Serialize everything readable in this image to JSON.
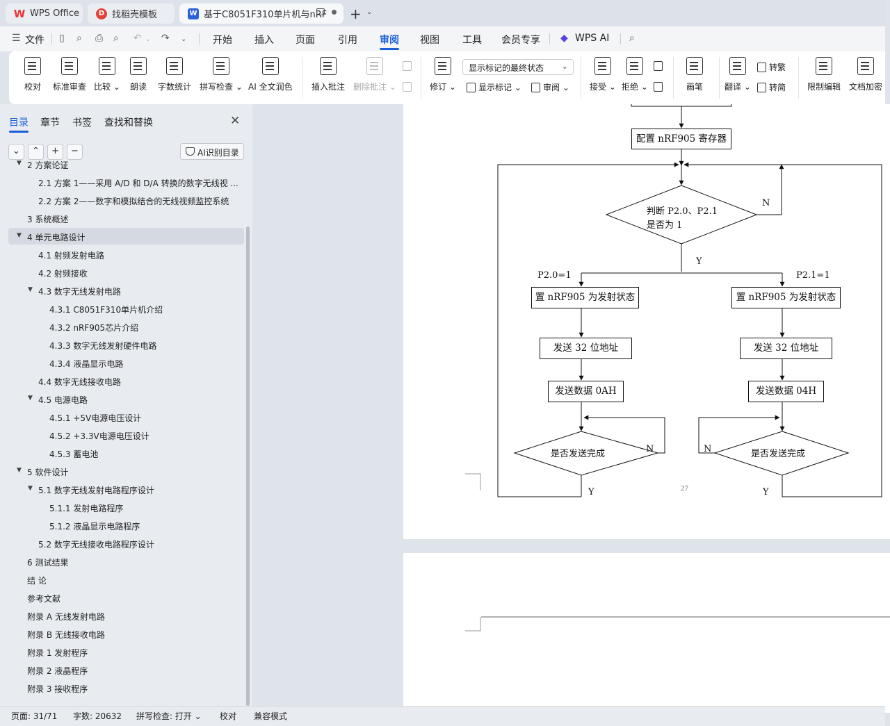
{
  "tabs": [
    {
      "label": "WPS Office"
    },
    {
      "label": "找稻壳模板"
    },
    {
      "label": "基于C8051F310单片机与nRF"
    }
  ],
  "menubar": {
    "file": "文件",
    "items": [
      "开始",
      "插入",
      "页面",
      "引用",
      "审阅",
      "视图",
      "工具",
      "会员专享"
    ],
    "active": "审阅",
    "wps_ai": "WPS AI"
  },
  "ribbon": {
    "proofread": "校对",
    "std_review": "标准审查",
    "compare": "比较",
    "read_aloud": "朗读",
    "word_count": "字数统计",
    "spell_check": "拼写检查",
    "ai_polish": "AI 全文润色",
    "insert_comment": "插入批注",
    "delete_comment": "删除批注",
    "markup_display": "显示标记的最终状态",
    "revise": "修订",
    "show_markup": "显示标记",
    "review": "审阅",
    "accept": "接受",
    "reject": "拒绝",
    "pen": "画笔",
    "translate": "翻译",
    "to_traditional": "转繁",
    "to_simplified": "转简",
    "restrict_edit": "限制编辑",
    "encrypt": "文档加密"
  },
  "panel": {
    "tabs": [
      "目录",
      "章节",
      "书签",
      "查找和替换"
    ],
    "ai_toc": "AI识别目录",
    "toc": [
      {
        "label": "2  方案论证",
        "level": 1,
        "toggle": "▼"
      },
      {
        "label": "2.1  方案 1——采用 A/D 和 D/A 转换的数字无线视 ...",
        "level": 2
      },
      {
        "label": "2.2  方案 2——数字和模拟结合的无线视频监控系统",
        "level": 2
      },
      {
        "label": "3  系统概述",
        "level": 1
      },
      {
        "label": "4  单元电路设计",
        "level": 1,
        "toggle": "▼",
        "selected": true
      },
      {
        "label": "4.1  射频发射电路",
        "level": 2
      },
      {
        "label": "4.2  射频接收",
        "level": 2
      },
      {
        "label": "4.3  数字无线发射电路",
        "level": 2,
        "toggle": "▼"
      },
      {
        "label": "4.3.1 C8051F310单片机介绍",
        "level": 3
      },
      {
        "label": "4.3.2 nRF905芯片介绍",
        "level": 3
      },
      {
        "label": "4.3.3  数字无线发射硬件电路",
        "level": 3
      },
      {
        "label": "4.3.4  液晶显示电路",
        "level": 3
      },
      {
        "label": "4.4  数字无线接收电路",
        "level": 2
      },
      {
        "label": "4.5  电源电路",
        "level": 2,
        "toggle": "▼"
      },
      {
        "label": "4.5.1 +5V电源电压设计",
        "level": 3
      },
      {
        "label": "4.5.2 +3.3V电源电压设计",
        "level": 3
      },
      {
        "label": "4.5.3  蓄电池",
        "level": 3
      },
      {
        "label": "5  软件设计",
        "level": 1,
        "toggle": "▼"
      },
      {
        "label": "5.1  数字无线发射电路程序设计",
        "level": 2,
        "toggle": "▼"
      },
      {
        "label": "5.1.1  发射电路程序",
        "level": 3
      },
      {
        "label": "5.1.2  液晶显示电路程序",
        "level": 3
      },
      {
        "label": "5.2  数字无线接收电路程序设计",
        "level": 2
      },
      {
        "label": "6  测试结果",
        "level": 1
      },
      {
        "label": "结    论",
        "level": 1
      },
      {
        "label": "参考文献",
        "level": 1
      },
      {
        "label": "附录 A  无线发射电路",
        "level": 1
      },
      {
        "label": "附录 B  无线接收电路",
        "level": 1
      },
      {
        "label": "附录 1  发射程序",
        "level": 1
      },
      {
        "label": "附录 2  液晶程序",
        "level": 1
      },
      {
        "label": "附录 3  接收程序",
        "level": 1
      }
    ]
  },
  "flowchart": {
    "config": "配置 nRF905 寄存器",
    "decision_line1": "判断 P2.0、P2.1",
    "decision_line2": "是否为 1",
    "n_top": "N",
    "y_top": "Y",
    "left_cond": "P2.0=1",
    "right_cond": "P2.1=1",
    "left_set": "置 nRF905 为发射状态",
    "right_set": "置 nRF905 为发射状态",
    "left_addr": "发送 32 位地址",
    "right_addr": "发送 32 位地址",
    "left_data": "发送数据 0AH",
    "right_data": "发送数据 04H",
    "left_done": "是否发送完成",
    "right_done": "是否发送完成",
    "left_n": "N",
    "right_n": "N",
    "left_y": "Y",
    "right_y": "Y",
    "page_number": "27"
  },
  "status": {
    "page": "页面: 31/71",
    "words": "字数: 20632",
    "spell": "拼写检查: 打开",
    "proof": "校对",
    "compat": "兼容模式"
  }
}
